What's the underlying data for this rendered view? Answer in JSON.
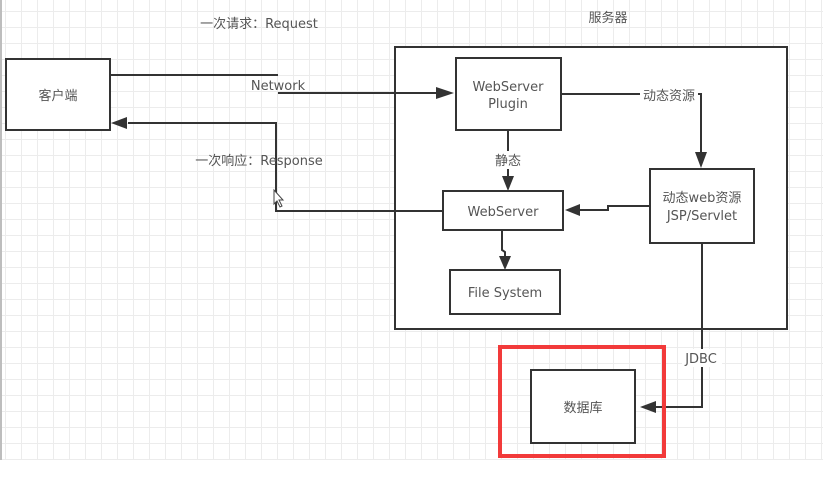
{
  "diagram": {
    "type": "web-server-architecture",
    "nodes": {
      "client": "客户端",
      "server_title": "服务器",
      "plugin_line1": "WebServer",
      "plugin_line2": "Plugin",
      "webserver": "WebServer",
      "filesystem": "File System",
      "dynamic_line1": "动态web资源",
      "dynamic_line2": "JSP/Servlet",
      "database": "数据库"
    },
    "labels": {
      "request": "一次请求：Request",
      "network": "Network",
      "response": "一次响应：Response",
      "static": "静态",
      "dynamic": "动态资源",
      "jdbc": "JDBC"
    },
    "edges": [
      {
        "from": "client",
        "to": "webserver-plugin",
        "label": "Network"
      },
      {
        "from": "webserver-plugin",
        "to": "webserver",
        "label": "静态"
      },
      {
        "from": "webserver-plugin",
        "to": "dynamic-web-resource",
        "label": "动态资源"
      },
      {
        "from": "dynamic-web-resource",
        "to": "webserver",
        "label": ""
      },
      {
        "from": "webserver",
        "to": "file-system",
        "label": ""
      },
      {
        "from": "webserver",
        "to": "client",
        "label": "一次响应：Response"
      },
      {
        "from": "dynamic-web-resource",
        "to": "database",
        "label": "JDBC"
      }
    ],
    "highlight": {
      "target": "database",
      "color": "#f23a3a"
    },
    "colors": {
      "stroke": "#333333",
      "text": "#555555",
      "grid": "#ececec"
    }
  }
}
